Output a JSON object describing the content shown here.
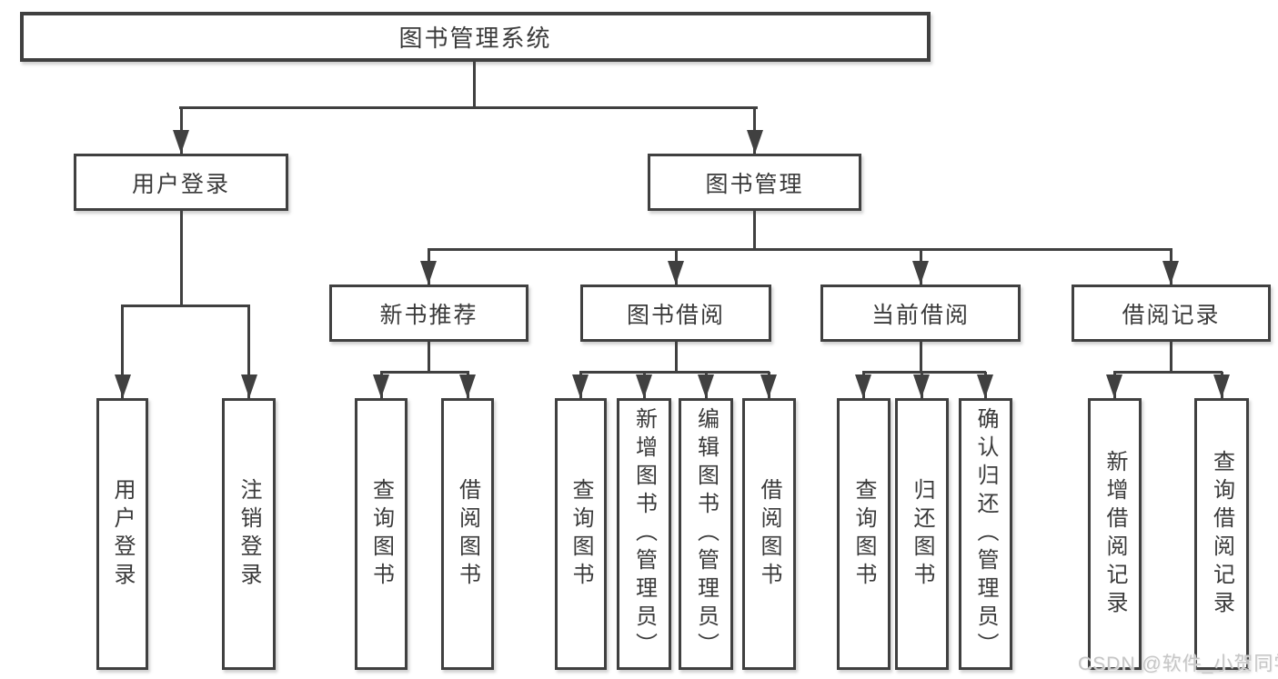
{
  "tree": {
    "root": "图书管理系统",
    "branches": [
      {
        "label": "用户登录",
        "leaves": [
          "用户登录",
          "注销登录"
        ]
      },
      {
        "label": "图书管理",
        "groups": [
          {
            "label": "新书推荐",
            "leaves": [
              "查询图书",
              "借阅图书"
            ]
          },
          {
            "label": "图书借阅",
            "leaves": [
              "查询图书",
              "新增图书（管理员）",
              "编辑图书（管理员）",
              "借阅图书"
            ]
          },
          {
            "label": "当前借阅",
            "leaves": [
              "查询图书",
              "归还图书",
              "确认归还（管理员）"
            ]
          },
          {
            "label": "借阅记录",
            "leaves": [
              "新增借阅记录",
              "查询借阅记录"
            ]
          }
        ]
      }
    ]
  },
  "watermark": {
    "text": "CSDN @软件_小贺同学"
  },
  "colors": {
    "line": "#404040",
    "text": "#3a3a3a",
    "box_background": "#ffffff",
    "page_background": "#ffffff",
    "watermark": "#c6c6c6"
  }
}
